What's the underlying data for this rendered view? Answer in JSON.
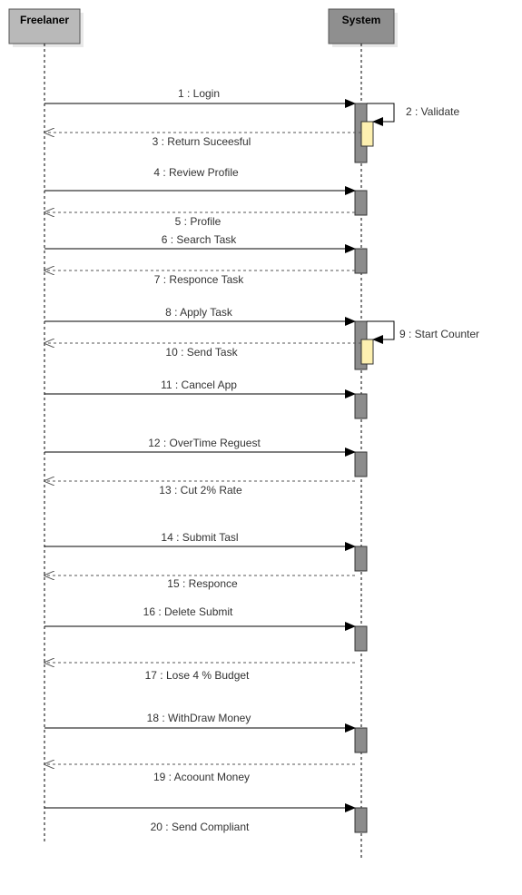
{
  "actors": [
    {
      "id": "freelancer",
      "name": "Freelaner"
    },
    {
      "id": "system",
      "name": "System"
    }
  ],
  "messages": [
    {
      "label": "1 : Login",
      "kind": "call",
      "from": "freelancer",
      "to": "system"
    },
    {
      "label": "2 : Validate",
      "kind": "self",
      "from": "system",
      "to": "system"
    },
    {
      "label": "3 : Return Suceesful",
      "kind": "return",
      "from": "system",
      "to": "freelancer"
    },
    {
      "label": "4 : Review Profile",
      "kind": "call",
      "from": "freelancer",
      "to": "system"
    },
    {
      "label": "5 : Profile",
      "kind": "return",
      "from": "system",
      "to": "freelancer"
    },
    {
      "label": "6 : Search Task",
      "kind": "call",
      "from": "freelancer",
      "to": "system"
    },
    {
      "label": "7 : Responce Task",
      "kind": "return",
      "from": "system",
      "to": "freelancer"
    },
    {
      "label": "8 : Apply Task",
      "kind": "call",
      "from": "freelancer",
      "to": "system"
    },
    {
      "label": "9 : Start Counter",
      "kind": "self",
      "from": "system",
      "to": "system"
    },
    {
      "label": "10 : Send Task",
      "kind": "return",
      "from": "system",
      "to": "freelancer"
    },
    {
      "label": "11 : Cancel App",
      "kind": "call",
      "from": "freelancer",
      "to": "system"
    },
    {
      "label": "12 : OverTime Reguest",
      "kind": "call",
      "from": "freelancer",
      "to": "system"
    },
    {
      "label": "13 : Cut 2% Rate",
      "kind": "return",
      "from": "system",
      "to": "freelancer"
    },
    {
      "label": "14 : Submit Tasl",
      "kind": "call",
      "from": "freelancer",
      "to": "system"
    },
    {
      "label": "15 : Responce",
      "kind": "return",
      "from": "system",
      "to": "freelancer"
    },
    {
      "label": "16 : Delete Submit",
      "kind": "call",
      "from": "freelancer",
      "to": "system"
    },
    {
      "label": "17 : Lose 4 % Budget",
      "kind": "return",
      "from": "system",
      "to": "freelancer"
    },
    {
      "label": "18 : WithDraw Money",
      "kind": "call",
      "from": "freelancer",
      "to": "system"
    },
    {
      "label": "19 : Acoount Money",
      "kind": "return",
      "from": "system",
      "to": "freelancer"
    },
    {
      "label": "20 : Send Compliant",
      "kind": "call",
      "from": "freelancer",
      "to": "system"
    }
  ],
  "colors": {
    "actor_box_freelancer": "#b9b9b9",
    "actor_box_system": "#8f8f8f",
    "activation": "#8c8c8c",
    "nested_activation": "#fdf0b0",
    "line": "#000000"
  }
}
